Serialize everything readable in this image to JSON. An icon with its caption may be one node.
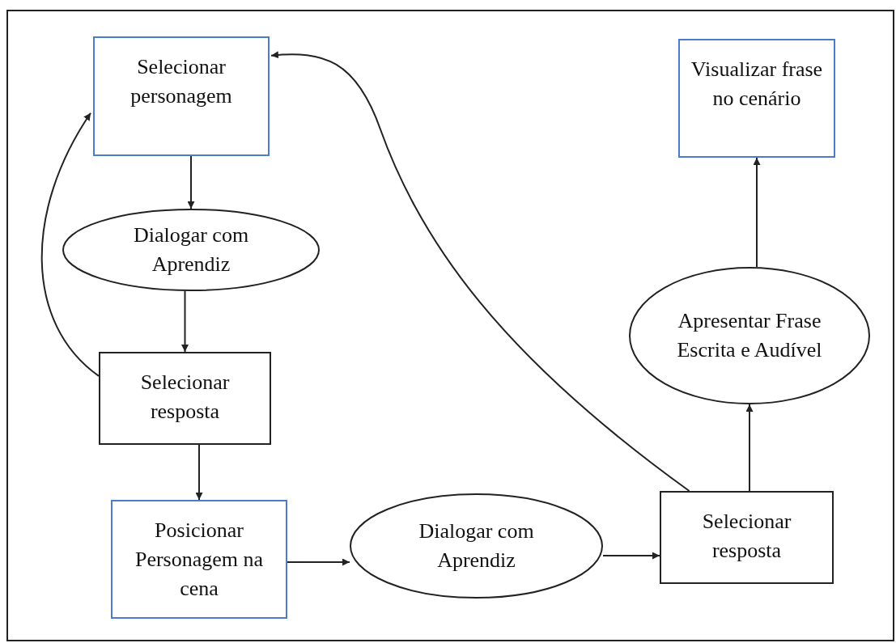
{
  "diagram": {
    "nodes": [
      {
        "text": [
          "Selecionar personagem"
        ]
      },
      {
        "text": [
          "Dialogar com Aprendiz"
        ]
      },
      {
        "text": [
          "Selecionar resposta"
        ]
      },
      {
        "text": [
          "Posicionar Personagem na cena"
        ]
      },
      {
        "text": [
          "Dialogar com Aprendiz"
        ]
      },
      {
        "text": [
          "Selecionar resposta"
        ]
      },
      {
        "text": [
          "Apresentar Frase Escrita e Audível"
        ]
      },
      {
        "text": [
          "Visualizar frase no cenário"
        ]
      }
    ],
    "edges": [
      {
        "from": 0,
        "to": 1,
        "arrow": "to"
      },
      {
        "from": 1,
        "to": 2,
        "arrow": "to"
      },
      {
        "from": 2,
        "to": 0,
        "arrow": "to"
      },
      {
        "from": 2,
        "to": 3,
        "arrow": "to"
      },
      {
        "from": 3,
        "to": 4,
        "arrow": "to"
      },
      {
        "from": 4,
        "to": 5,
        "arrow": "to"
      },
      {
        "from": 5,
        "to": 0,
        "arrow": "to"
      },
      {
        "from": 5,
        "to": 6,
        "arrow": "to"
      },
      {
        "from": 6,
        "to": 7,
        "arrow": "to"
      }
    ]
  }
}
